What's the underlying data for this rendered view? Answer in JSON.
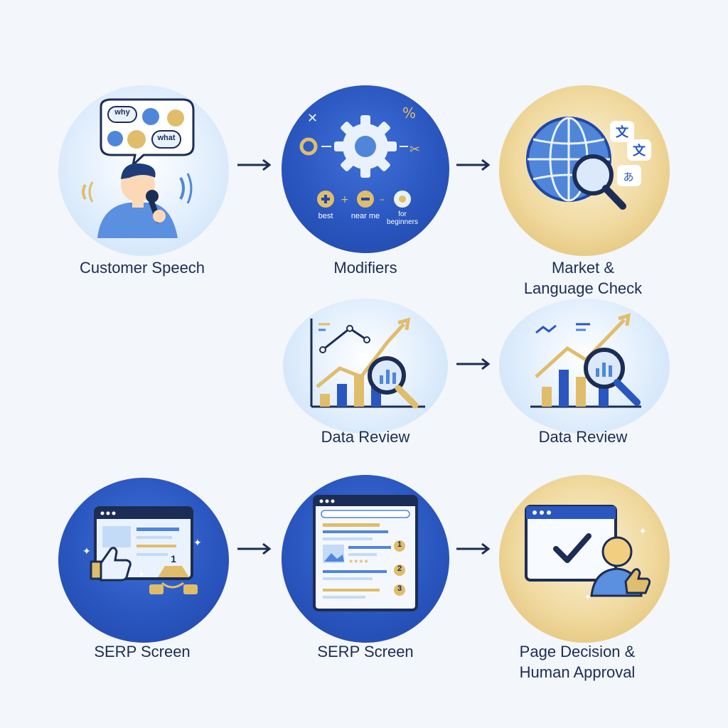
{
  "steps": [
    {
      "label": "Customer Speech",
      "bubbles": [
        "why",
        "what"
      ]
    },
    {
      "label": "Modifiers",
      "chips": [
        "best",
        "near me",
        "for\nbeginners"
      ]
    },
    {
      "label": "Market &\nLanguage Check",
      "glyph": "文"
    },
    {
      "label": "Data Review"
    },
    {
      "label": "Data Review"
    },
    {
      "label": "SERP Screen",
      "badges": [
        "1"
      ]
    },
    {
      "label": "SERP Screen",
      "ranks": [
        "1",
        "2",
        "3"
      ]
    },
    {
      "label": "Page Decision &\nHuman Approval"
    }
  ],
  "colors": {
    "navy": "#1c2d55",
    "blue": "#2a56bf",
    "gold": "#e0bd6b",
    "light_blue": "#c7dff8"
  }
}
